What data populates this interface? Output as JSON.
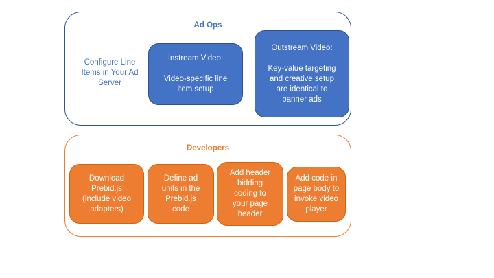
{
  "colors": {
    "blue_accent": "#4472C4",
    "blue_border": "#2F5597",
    "blue_box_border": "#2F528F",
    "orange_accent": "#ED7D31",
    "box_text": "#FFFFFF",
    "background": "#FFFFFF"
  },
  "groups": {
    "ad_ops": {
      "title": "Ad Ops",
      "note": "Configure Line\nItems in Your Ad\nServer",
      "boxes": [
        {
          "text": "Instream Video:\n\nVideo-specific line\nitem setup"
        },
        {
          "text": "Outstream Video:\n\nKey-value targeting\nand creative setup\nare identical to\nbanner ads"
        }
      ]
    },
    "developers": {
      "title": "Developers",
      "boxes": [
        {
          "text": "Download\nPrebid.js\n(include video\nadapters)"
        },
        {
          "text": "Define ad\nunits in the\nPrebid.js\ncode"
        },
        {
          "text": "Add header\nbidding\ncoding to\nyour page\nheader"
        },
        {
          "text": "Add code in\npage body to\ninvoke video\nplayer"
        }
      ]
    }
  }
}
